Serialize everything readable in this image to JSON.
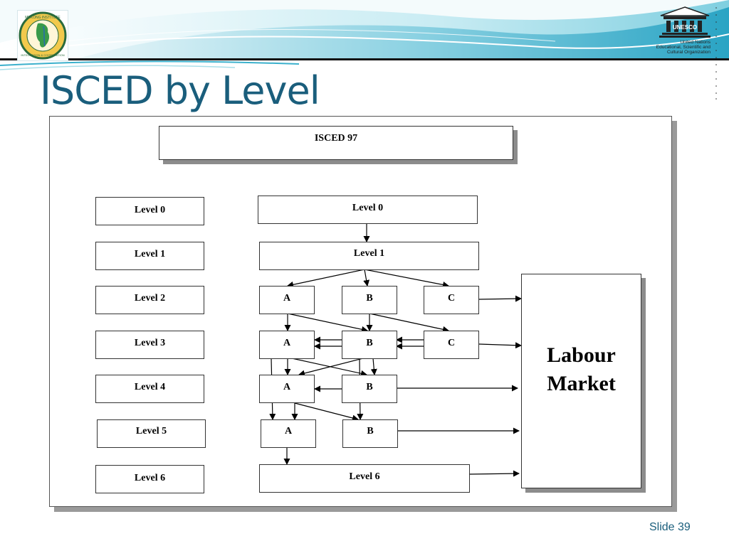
{
  "slide": {
    "title": "ISCED by Level",
    "number": "Slide 39"
  },
  "logos": {
    "left": "mekong-institute-logo",
    "left_text_lines": [
      "MEKONG INSTITUTE",
      "INTEGRATION & COOPERATION"
    ],
    "right": "unesco-logo",
    "right_wordmark": "UNESCO",
    "unesco_caption": [
      "United Nations",
      "Educational, Scientific and",
      "Cultural Organization"
    ]
  },
  "colors": {
    "title": "#1a5e7c",
    "header_swoosh": "#3bb0cc",
    "header_swoosh_light": "#a9dfe9",
    "box_border": "#333333",
    "box_shadow": "#8c8c8c"
  },
  "diagram": {
    "header": "ISCED 97",
    "left_levels": [
      "Level 0",
      "Level 1",
      "Level 2",
      "Level 3",
      "Level 4",
      "Level 5",
      "Level 6"
    ],
    "level0": "Level 0",
    "level1": "Level 1",
    "level2": [
      "A",
      "B",
      "C"
    ],
    "level3": [
      "A",
      "B",
      "C"
    ],
    "level4": [
      "A",
      "B"
    ],
    "level5": [
      "A",
      "B"
    ],
    "level6": "Level 6",
    "labour_market": "Labour Market"
  }
}
